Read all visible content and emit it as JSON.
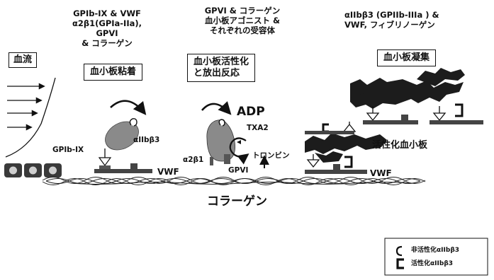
{
  "headers": {
    "adhesion_receptors": "GPIb-IX & VWF\nα2β1(GPIa-IIa), GPVI\n& コラーゲン",
    "activation_receptors": "GPVI & コラーゲン\n血小板アゴニスト &\nそれぞれの受容体",
    "aggregation_receptors": "αIIbβ3 (GPIIb-IIIa ) &\nVWF, フィブリノーゲン"
  },
  "boxes": {
    "blood_flow": "血流",
    "adhesion": "血小板粘着",
    "activation": "血小板活性化\nと放出反応",
    "aggregation": "血小板凝集"
  },
  "labels": {
    "gpib_ix": "GPIb-IX",
    "aiib_b3": "αIIbβ3",
    "vwf_left": "VWF",
    "adp": "ADP",
    "txa2": "TXA2",
    "a2b1": "α2β1",
    "gpvi": "GPVI",
    "thrombin": "トロンビン",
    "activated_platelet": "活性化血小板",
    "vwf_right": "VWF",
    "collagen": "コラーゲン"
  },
  "legend": {
    "inactive": "非活性化αIIbβ3",
    "active": "活性化αIIbβ3"
  },
  "icons": {
    "flow": "flow-arrows-icon",
    "endothelium": "endothelial-cells-icon",
    "collagen": "collagen-fibers-icon",
    "resting_platelet": "resting-platelet-icon",
    "activated_platelet": "activated-platelet-icon",
    "spread_platelet": "spread-platelet-icon"
  },
  "colors": {
    "ink": "#111111",
    "platelet_gray": "#8a8a8a",
    "platelet_dark": "#1c1c1c"
  }
}
